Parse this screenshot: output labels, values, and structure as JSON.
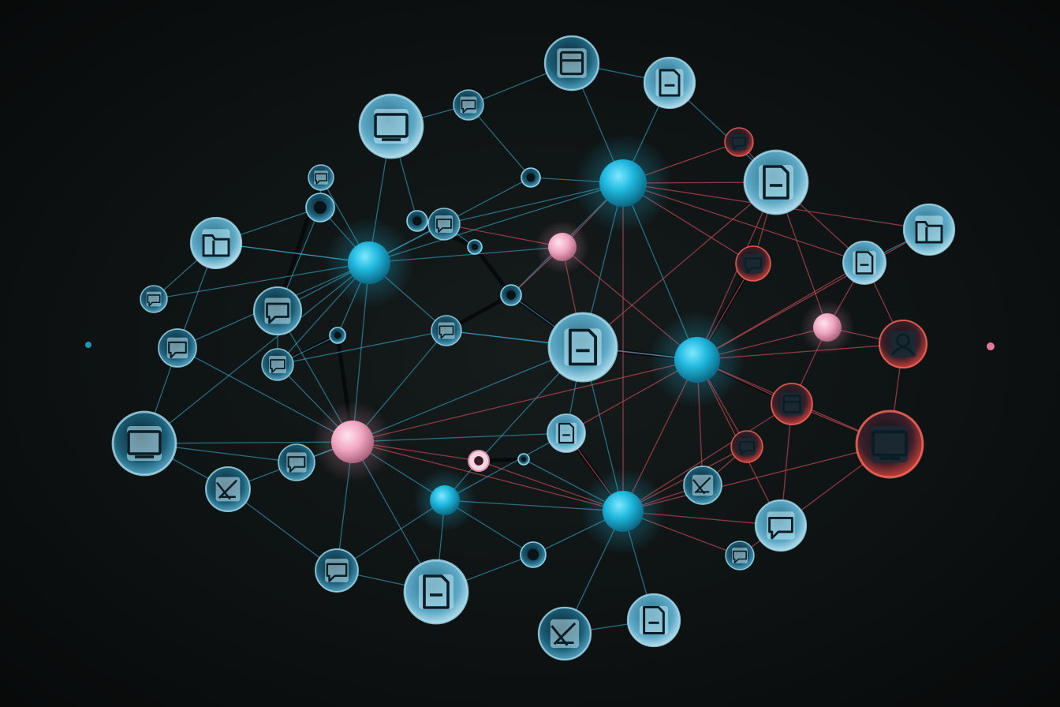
{
  "scene": {
    "subject": "network-graph",
    "background_color": "#0b0e0e",
    "palette": {
      "cyan_node": "#1fb8de",
      "blue_icon_node": "#5fb0cf",
      "pink_node": "#f0a6c0",
      "red_accent": "#e0443c",
      "edge_blue": "#3aa6c8",
      "edge_red": "#c24a55",
      "edge_dark": "#05080a"
    },
    "node_kinds": [
      "hub",
      "pink-hub",
      "icon-node",
      "small-node",
      "red-node",
      "dot"
    ],
    "icon_names": [
      "monitor-icon",
      "folder-icon",
      "document-icon",
      "tag-icon",
      "chat-icon",
      "user-icon",
      "box-icon"
    ]
  }
}
